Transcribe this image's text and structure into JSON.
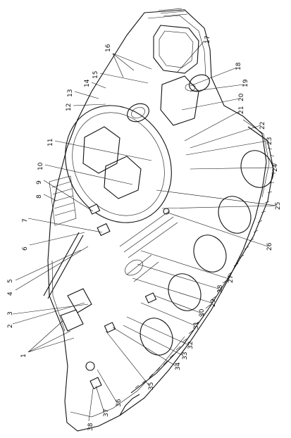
{
  "figure": {
    "callouts": [
      {
        "id": "c1",
        "label": "1"
      },
      {
        "id": "c2",
        "label": "2"
      },
      {
        "id": "c3",
        "label": "3"
      },
      {
        "id": "c4",
        "label": "4"
      },
      {
        "id": "c5",
        "label": "5"
      },
      {
        "id": "c6",
        "label": "6"
      },
      {
        "id": "c7",
        "label": "7"
      },
      {
        "id": "c8",
        "label": "8"
      },
      {
        "id": "c9",
        "label": "9"
      },
      {
        "id": "c10",
        "label": "10"
      },
      {
        "id": "c11",
        "label": "11"
      },
      {
        "id": "c12",
        "label": "12"
      },
      {
        "id": "c13",
        "label": "13"
      },
      {
        "id": "c14",
        "label": "14"
      },
      {
        "id": "c15",
        "label": "15"
      },
      {
        "id": "c16",
        "label": "16"
      },
      {
        "id": "c17",
        "label": "17"
      },
      {
        "id": "c18",
        "label": "18"
      },
      {
        "id": "c19",
        "label": "19"
      },
      {
        "id": "c20",
        "label": "20"
      },
      {
        "id": "c21",
        "label": "21"
      },
      {
        "id": "c22",
        "label": "22"
      },
      {
        "id": "c23",
        "label": "23"
      },
      {
        "id": "c24",
        "label": "24"
      },
      {
        "id": "c25",
        "label": "25"
      },
      {
        "id": "c26",
        "label": "26"
      },
      {
        "id": "c27",
        "label": "27"
      },
      {
        "id": "c28",
        "label": "28"
      },
      {
        "id": "c29",
        "label": "29"
      },
      {
        "id": "c30",
        "label": "30"
      },
      {
        "id": "c31",
        "label": "31"
      },
      {
        "id": "c32",
        "label": "32"
      },
      {
        "id": "c33",
        "label": "33"
      },
      {
        "id": "c34",
        "label": "34"
      },
      {
        "id": "c35",
        "label": "35"
      },
      {
        "id": "c36",
        "label": "36"
      },
      {
        "id": "c37",
        "label": "37"
      },
      {
        "id": "c38",
        "label": "38"
      }
    ]
  }
}
